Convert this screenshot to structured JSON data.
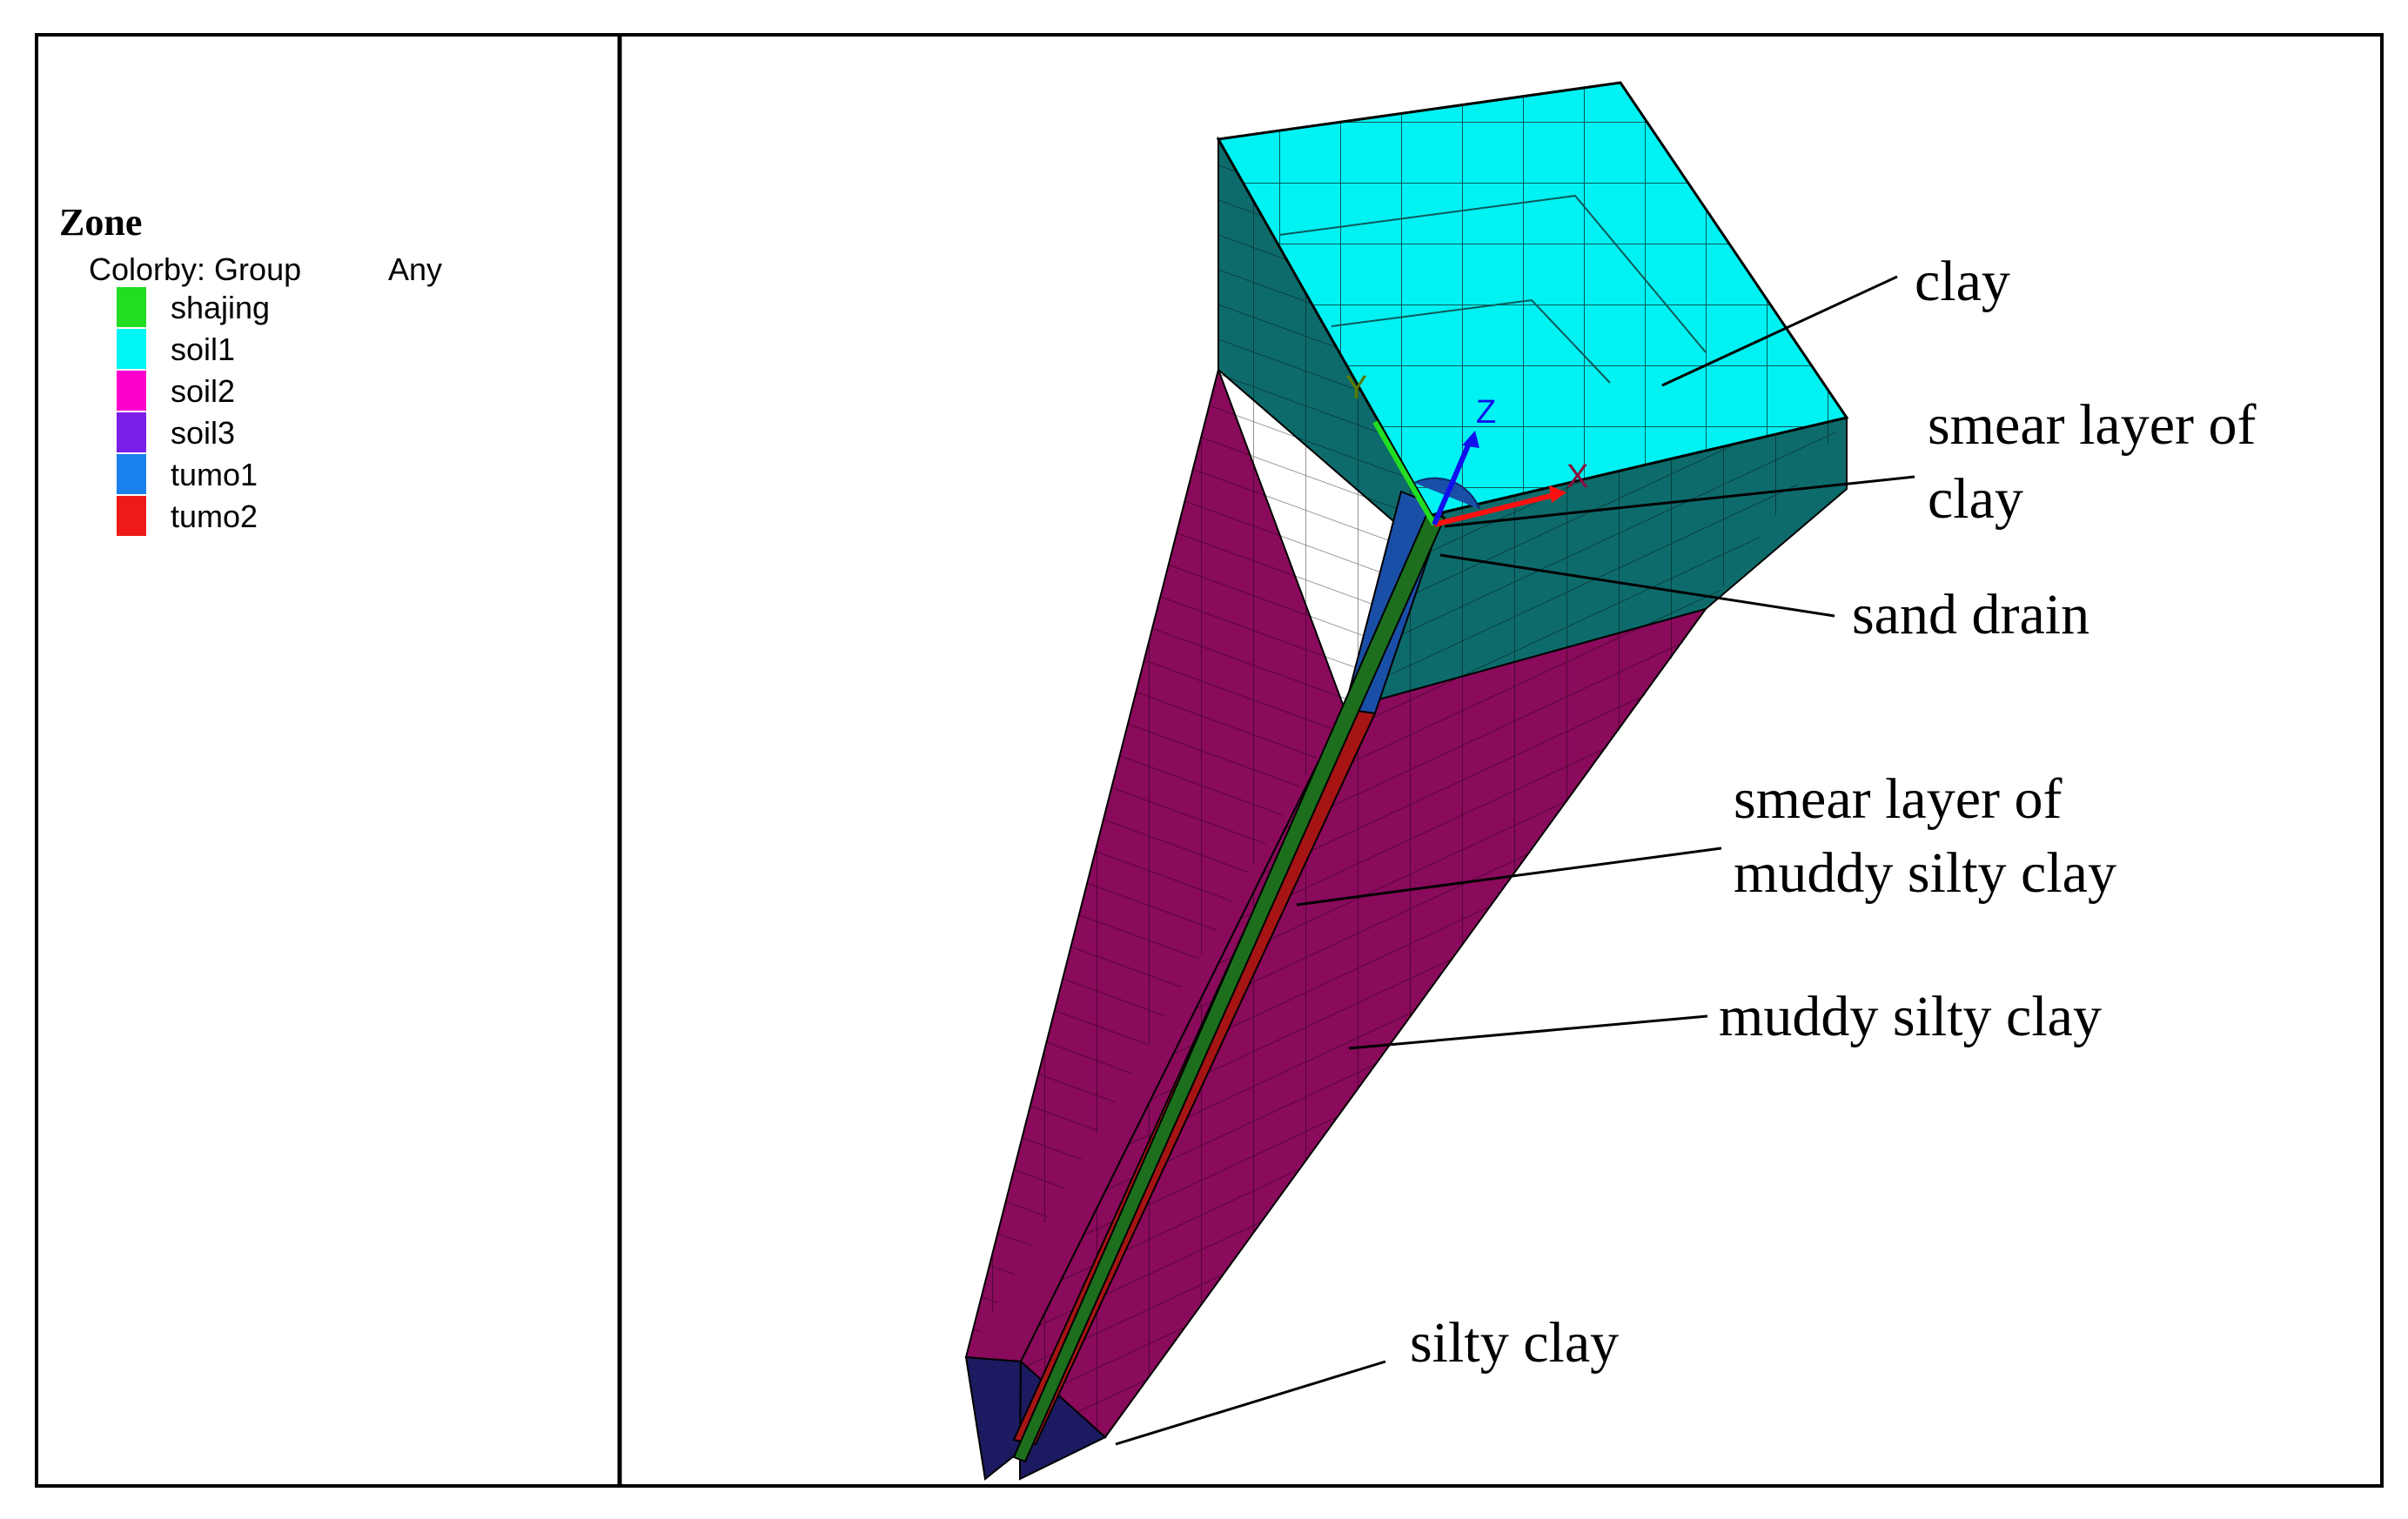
{
  "legend": {
    "title": "Zone",
    "colorby": "Colorby: Group",
    "any": "Any",
    "items": [
      {
        "label": "shajing",
        "color": "#22dd22"
      },
      {
        "label": "soil1",
        "color": "#00f5f5"
      },
      {
        "label": "soil2",
        "color": "#ff00cc"
      },
      {
        "label": "soil3",
        "color": "#7a1ee8"
      },
      {
        "label": "tumo1",
        "color": "#1a80ee"
      },
      {
        "label": "tumo2",
        "color": "#ee1a1a"
      }
    ]
  },
  "axes": {
    "x": "X",
    "y": "Y",
    "z": "Z"
  },
  "annotations": {
    "clay": "clay",
    "smear_clay_1": "smear layer of",
    "smear_clay_2": "clay",
    "sand_drain": "sand drain",
    "smear_muddy_1": "smear layer of",
    "smear_muddy_2": "muddy silty clay",
    "muddy": "muddy silty clay",
    "silty": "silty clay"
  },
  "colors": {
    "clay_top": "#00f2f2",
    "clay_side": "#0e6b6b",
    "muddy_side": "#8a0a5c",
    "silty_side": "#1c1a60",
    "drain": "#1d6f1d",
    "smear": "#a61414",
    "smear_clay": "#1a4fa8"
  }
}
